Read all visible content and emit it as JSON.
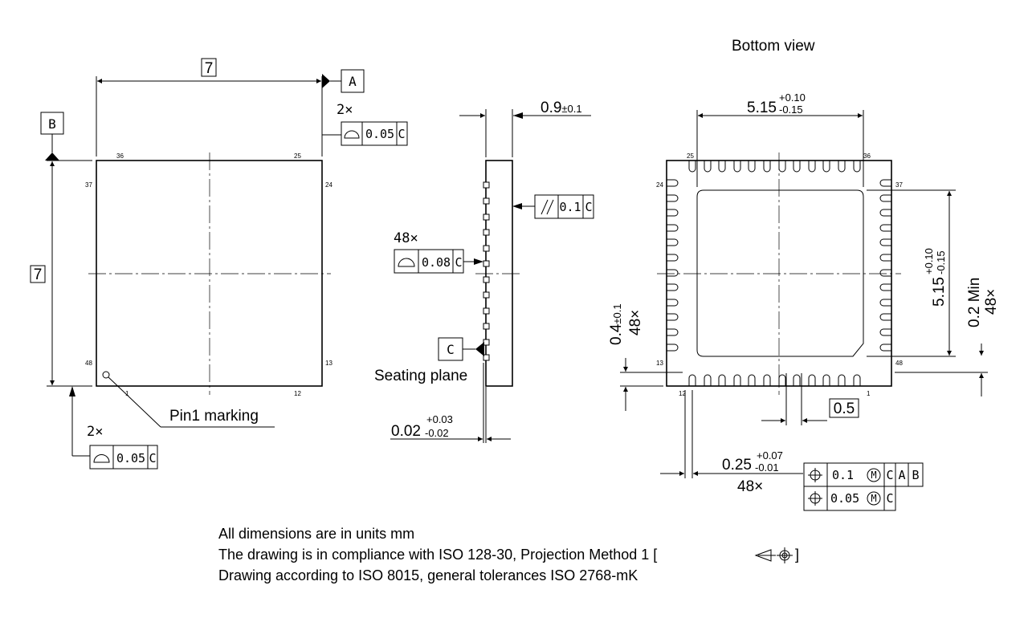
{
  "titles": {
    "bottom_view": "Bottom view"
  },
  "top_view": {
    "width_dim": "7",
    "height_dim": "7",
    "datum_a": "A",
    "datum_b": "B",
    "pin_numbers": {
      "p36": "36",
      "p25": "25",
      "p37": "37",
      "p24": "24",
      "p48": "48",
      "p13": "13",
      "p1": "1",
      "p12": "12"
    },
    "pin1_label": "Pin1 marking",
    "fcf_top": {
      "count": "2×",
      "value": "0.05",
      "datum": "C"
    },
    "fcf_bottom": {
      "count": "2×",
      "value": "0.05",
      "datum": "C"
    }
  },
  "side_view": {
    "thickness": "0.9",
    "thickness_tol": "±0.1",
    "parallel_value": "0.1",
    "parallel_datum": "C",
    "fcf_contacts": {
      "count": "48×",
      "value": "0.08",
      "datum": "C"
    },
    "datum_c": "C",
    "seating_plane": "Seating plane",
    "standoff": "0.02",
    "standoff_plus": "+0.03",
    "standoff_minus": "-0.02"
  },
  "bottom_view": {
    "pad_width": "5.15",
    "pad_width_plus": "+0.10",
    "pad_width_minus": "-0.15",
    "pad_height": "5.15",
    "pad_height_plus": "+0.10",
    "pad_height_minus": "-0.15",
    "pin_length_main": "0.4",
    "pin_length_tol": "±0.1",
    "pin_length_count": "48×",
    "min_dist": "0.2 Min",
    "min_dist_count": "48×",
    "pitch": "0.5",
    "pin_width": "0.25",
    "pin_width_plus": "+0.07",
    "pin_width_minus": "-0.01",
    "pin_width_count": "48×",
    "pin_numbers": {
      "p25": "25",
      "p36": "36",
      "p24": "24",
      "p37": "37",
      "p13": "13",
      "p48": "48",
      "p12": "12",
      "p1": "1"
    },
    "fcf_pos1": {
      "value": "0.1",
      "datum1": "C",
      "datum2": "A",
      "datum3": "B"
    },
    "fcf_pos2": {
      "value": "0.05",
      "datum1": "C"
    },
    "modifier_m": "M"
  },
  "notes": {
    "line1": "All dimensions are in units mm",
    "line2": "The drawing is in compliance with ISO 128-30, Projection Method 1 [",
    "line2_end": "]",
    "line3": "Drawing according to ISO 8015, general tolerances ISO 2768-mK"
  }
}
